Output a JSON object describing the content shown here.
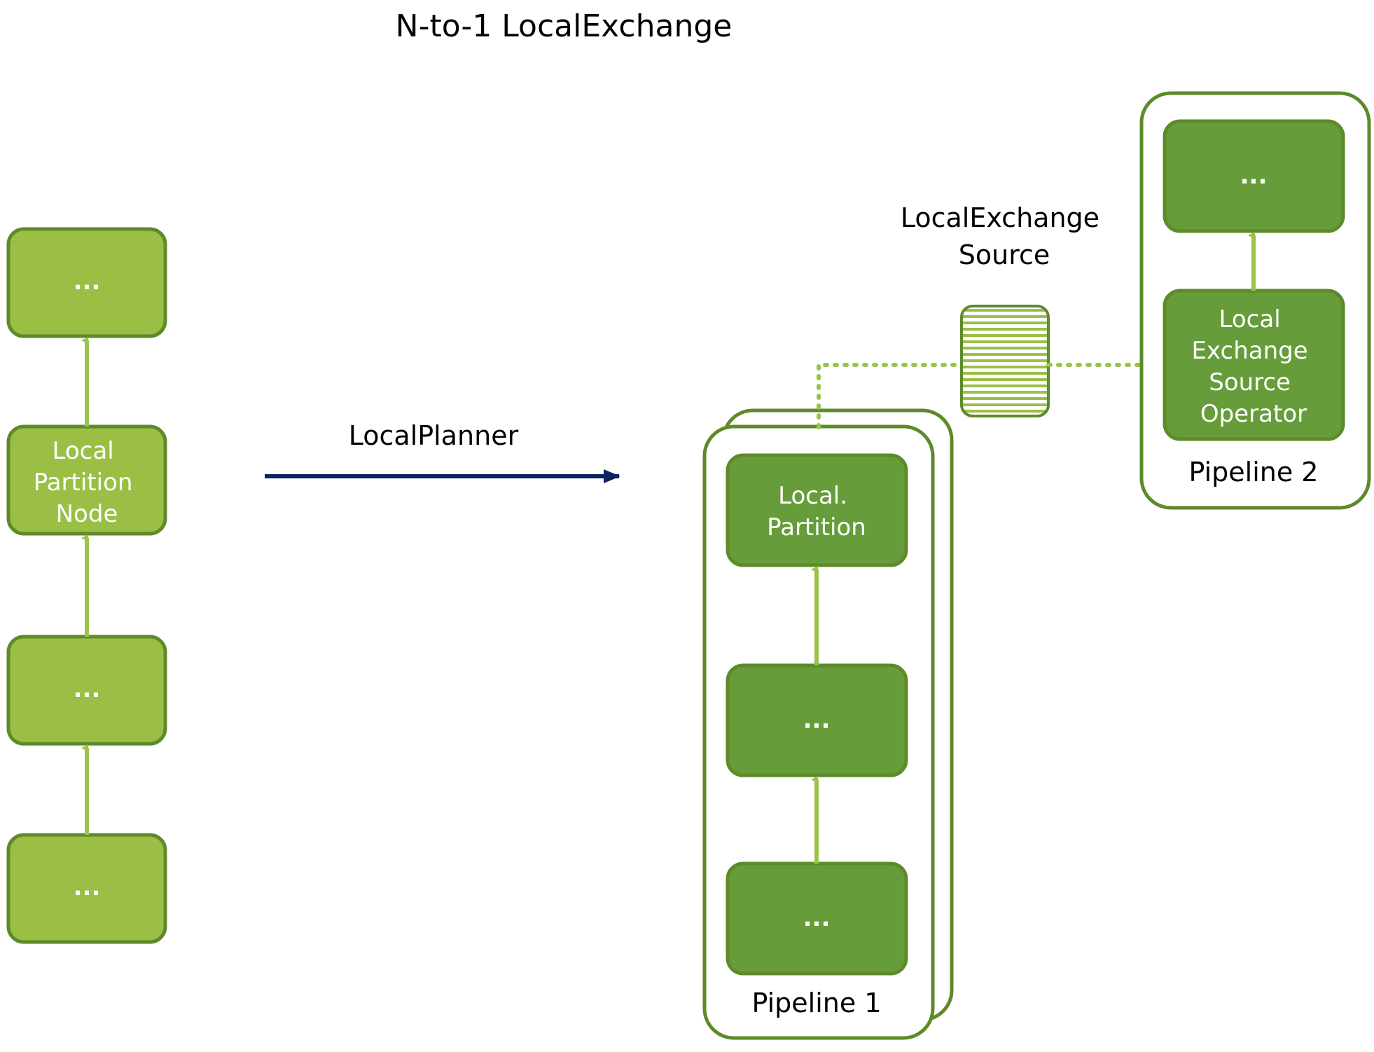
{
  "title": "N-to-1 LocalExchange",
  "colors": {
    "light_green": "#9bbf45",
    "dark_green": "#669d3a",
    "border_green": "#5e8a2a",
    "arrow_green": "#9bc34a",
    "planner_arrow": "#0c2461"
  },
  "logical_plan": {
    "top_node": "...",
    "partition_node": [
      "Local",
      "Partition",
      "Node"
    ],
    "middle_node": "...",
    "bottom_node": "..."
  },
  "planner_label": "LocalPlanner",
  "pipeline1": {
    "label": "Pipeline 1",
    "partition_op": [
      "Local.",
      "Partition"
    ],
    "middle_op": "...",
    "bottom_op": "..."
  },
  "exchange_source": {
    "label": [
      "LocalExchange",
      "Source"
    ]
  },
  "pipeline2": {
    "label": "Pipeline 2",
    "top_op": "...",
    "source_op": [
      "Local",
      "Exchange",
      "Source",
      "Operator"
    ]
  }
}
